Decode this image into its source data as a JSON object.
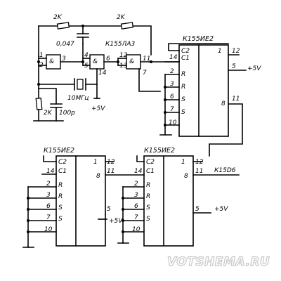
{
  "labels": {
    "r_top_left": "2K",
    "r_top_right": "2K",
    "cap_top": "0,047",
    "nand_chip": "К155ЛА3",
    "crystal": "10МГц",
    "r_left": "2K",
    "cap_left": "100p",
    "vcc_gate": "+5V",
    "chip1": "К155ИЕ2",
    "chip2": "К155ИЕ2",
    "chip3": "К155ИЕ2",
    "vcc_chip1": "+5V",
    "vcc_chip2": "+5V",
    "vcc_chip3": "+5V",
    "output_net": "К15D6",
    "watermark": "VOTSHEMA.RU"
  },
  "gate_pins": {
    "g1": [
      "1",
      "2",
      "3"
    ],
    "g2": [
      "4",
      "5",
      "6",
      "14"
    ],
    "g3": [
      "12",
      "13",
      "11",
      "7"
    ]
  },
  "chip_left_pins": [
    "C2",
    "C1",
    "R",
    "R",
    "S",
    "S"
  ],
  "chip_right_pins": [
    "1",
    "8"
  ],
  "chip1_pins": {
    "left_nums": [
      "14",
      "2",
      "3",
      "6",
      "7",
      "10"
    ],
    "right_nums": [
      "12",
      "5",
      "11"
    ]
  },
  "chip2_pins": {
    "left_nums": [
      "14",
      "2",
      "3",
      "6",
      "7",
      "10"
    ],
    "right_nums": [
      "12",
      "11",
      "5"
    ]
  },
  "chip3_pins": {
    "left_nums": [
      "14",
      "2",
      "3",
      "6",
      "7",
      "10"
    ],
    "right_nums": [
      "12",
      "11",
      "5"
    ]
  }
}
